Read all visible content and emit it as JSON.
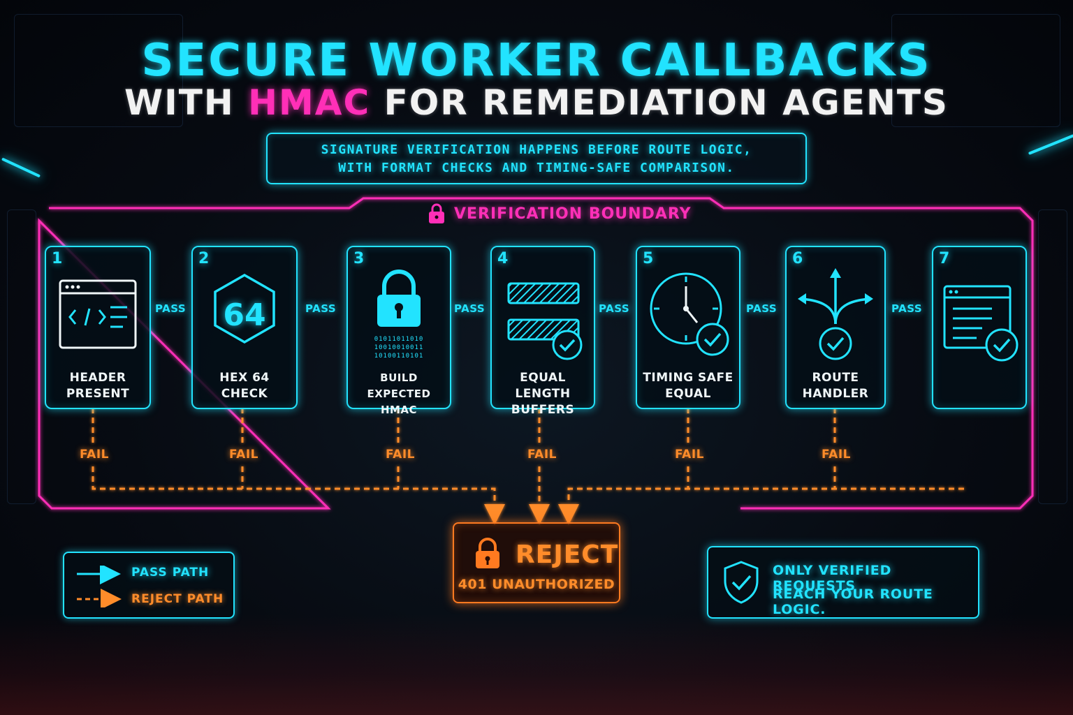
{
  "title": {
    "line1": "SECURE WORKER CALLBACKS",
    "line2_prefix": "WITH ",
    "line2_highlight": "HMAC",
    "line2_suffix": " FOR REMEDIATION AGENTS"
  },
  "subtitle": {
    "line1": "SIGNATURE VERIFICATION HAPPENS BEFORE ROUTE LOGIC,",
    "line2": "WITH FORMAT CHECKS AND TIMING-SAFE COMPARISON."
  },
  "boundary": {
    "label": "VERIFICATION BOUNDARY",
    "icon": "lock-icon"
  },
  "steps": [
    {
      "num": "1",
      "line1": "HEADER",
      "line2": "PRESENT",
      "icon": "code-window-icon"
    },
    {
      "num": "2",
      "line1": "HEX 64",
      "line2": "CHECK",
      "icon": "hexagon-64-icon",
      "icon_text": "64"
    },
    {
      "num": "3",
      "line1": "BUILD",
      "line2": "EXPECTED HMAC",
      "icon": "padlock-binary-icon",
      "binary_rows": [
        "01011011010",
        "10010010011",
        "10100110101"
      ]
    },
    {
      "num": "4",
      "line1": "EQUAL LENGTH",
      "line2": "BUFFERS",
      "icon": "buffers-check-icon"
    },
    {
      "num": "5",
      "line1": "TIMING SAFE",
      "line2": "EQUAL",
      "icon": "clock-check-icon"
    },
    {
      "num": "6",
      "line1": "ROUTE",
      "line2": "HANDLER",
      "icon": "route-arrows-icon"
    },
    {
      "num": "7",
      "line1": "",
      "line2": "",
      "icon": "document-check-icon"
    }
  ],
  "pass_label": "PASS",
  "fail_label": "FAIL",
  "reject": {
    "title": "REJECT",
    "subtitle": "401 UNAUTHORIZED",
    "icon": "lock-icon"
  },
  "legend": {
    "pass": "PASS PATH",
    "reject": "REJECT PATH"
  },
  "note": {
    "line1": "ONLY VERIFIED REQUESTS",
    "line2": "REACH YOUR ROUTE LOGIC.",
    "icon": "shield-check-icon"
  },
  "colors": {
    "cyan": "#22e3ff",
    "magenta": "#ff2fb7",
    "orange": "#ff8c2a",
    "white": "#f0f6f8"
  }
}
